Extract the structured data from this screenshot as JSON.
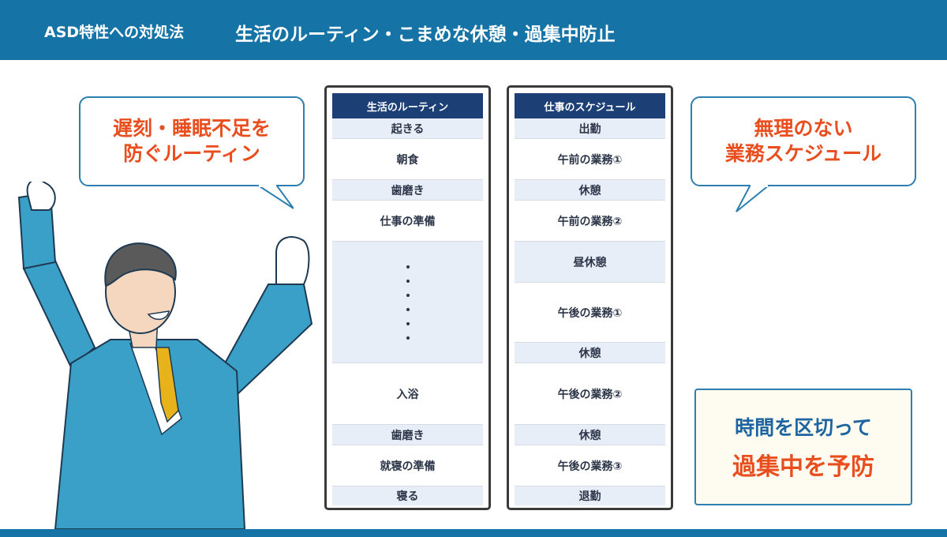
{
  "header": {
    "label": "ASD特性への対処法",
    "title": "生活のルーティン・こまめな休憩・過集中防止"
  },
  "bubbles": {
    "left": "遅刻・睡眠不足を\n防ぐルーティン",
    "right": "無理のない\n業務スケジュール"
  },
  "promo": {
    "line1": "時間を区切って",
    "line2": "過集中を予防"
  },
  "routine": {
    "title": "生活のルーティン",
    "rows": [
      {
        "label": "起きる"
      },
      {
        "label": "朝食"
      },
      {
        "label": "歯磨き"
      },
      {
        "label": "仕事の準備"
      },
      {
        "label": ""
      },
      {
        "label": "入浴"
      },
      {
        "label": "歯磨き"
      },
      {
        "label": "就寝の準備"
      },
      {
        "label": "寝る"
      }
    ]
  },
  "schedule": {
    "title": "仕事のスケジュール",
    "rows": [
      {
        "label": "出勤"
      },
      {
        "label": "午前の業務①"
      },
      {
        "label": "休憩"
      },
      {
        "label": "午前の業務②"
      },
      {
        "label": "昼休憩"
      },
      {
        "label": "午後の業務①"
      },
      {
        "label": "休憩"
      },
      {
        "label": "午後の業務②"
      },
      {
        "label": "休憩"
      },
      {
        "label": "午後の業務③"
      },
      {
        "label": "退勤"
      }
    ]
  },
  "colors": {
    "header": "#1573a6",
    "accent_orange": "#e94e1f",
    "accent_blue": "#1d64a0",
    "table_head": "#1c3f76",
    "row_alt": "#e8eef8"
  }
}
